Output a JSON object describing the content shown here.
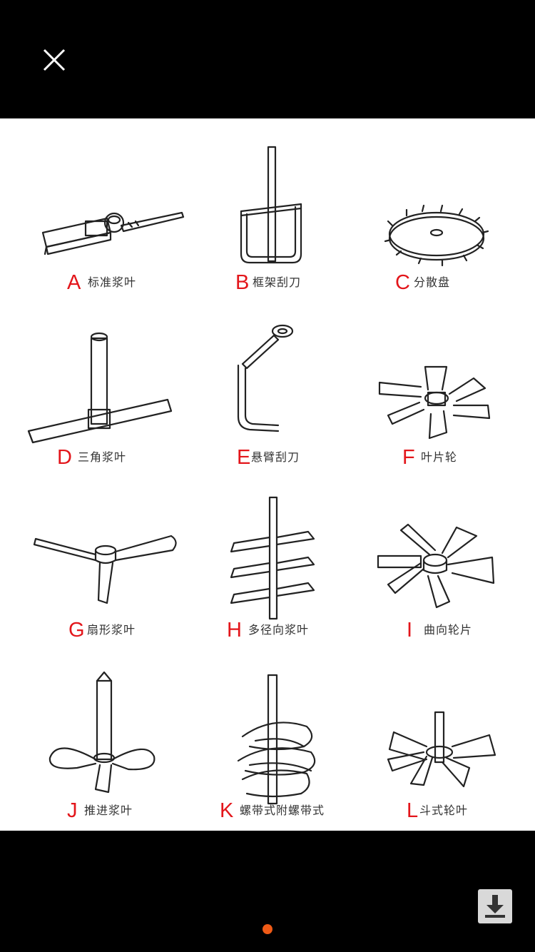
{
  "toolbar": {
    "close_icon": "close-icon",
    "download_icon": "download-icon"
  },
  "pager": {
    "active_color": "#ef5a16"
  },
  "grid": {
    "items": [
      {
        "letter": "A",
        "label": "标准浆叶"
      },
      {
        "letter": "B",
        "label": "框架刮刀"
      },
      {
        "letter": "C",
        "label": "分散盘"
      },
      {
        "letter": "D",
        "label": "三角浆叶"
      },
      {
        "letter": "E",
        "label": "悬臂刮刀"
      },
      {
        "letter": "F",
        "label": "叶片轮"
      },
      {
        "letter": "G",
        "label": "扇形浆叶"
      },
      {
        "letter": "H",
        "label": "多径向浆叶"
      },
      {
        "letter": "I",
        "label": "曲向轮片"
      },
      {
        "letter": "J",
        "label": "推进浆叶"
      },
      {
        "letter": "K",
        "label": "螺带式附螺带式"
      },
      {
        "letter": "L",
        "label": "斗式轮叶"
      }
    ]
  },
  "colors": {
    "caption_letter": "#e3161b",
    "background": "#000000",
    "content_background": "#ffffff"
  }
}
